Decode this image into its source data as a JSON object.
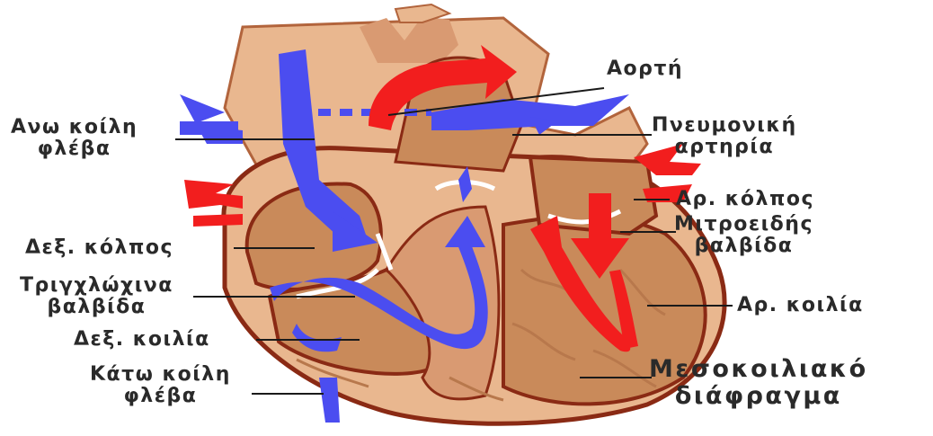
{
  "labels": {
    "aorta": "Αορτή",
    "svc": [
      "Ανω κοίλη",
      "φλέβα"
    ],
    "pulmonary_artery": [
      "Πνευμονική",
      "αρτηρία"
    ],
    "left_atrium": "Αρ. κόλπος",
    "mitral_valve": [
      "Μιτροειδής",
      "βαλβίδα"
    ],
    "right_atrium": "Δεξ. κόλπος",
    "tricuspid_valve": [
      "Τριγχλώχινα",
      "βαλβίδα"
    ],
    "left_ventricle": "Αρ. κοιλία",
    "right_ventricle": "Δεξ. κοιλία",
    "ivc": [
      "Κάτω κοίλη",
      "φλέβα"
    ],
    "septum": [
      "Μεσοκοιλιακό",
      "διάφραγμα"
    ]
  },
  "colors": {
    "tissue": "#e9b78f",
    "muscle": "#c98a5a",
    "outline": "#8a2a14",
    "deoxygenated": "#4b4df0",
    "oxygenated": "#f21e1e",
    "label_text": "#2a2a2a",
    "leader_line": "#1a1a1a"
  }
}
